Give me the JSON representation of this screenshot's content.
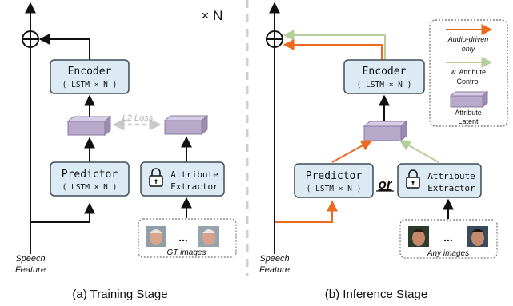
{
  "left": {
    "multiplier": "× N",
    "encoder": {
      "title": "Encoder",
      "sub": "( LSTM × N )"
    },
    "predictor": {
      "title": "Predictor",
      "sub": "( LSTM × N )"
    },
    "extractor": {
      "line1": "Attribute",
      "line2": "Extractor"
    },
    "l2_loss": "L2 Loss",
    "images_label": "GT images",
    "ellipsis": "...",
    "speech_label_1": "Speech",
    "speech_label_2": "Feature",
    "caption": "(a) Training Stage"
  },
  "right": {
    "encoder": {
      "title": "Encoder",
      "sub": "( LSTM × N )"
    },
    "predictor": {
      "title": "Predictor",
      "sub": "( LSTM × N )"
    },
    "extractor": {
      "line1": "Attribute",
      "line2": "Extractor"
    },
    "or_label": "or",
    "images_label": "Any images",
    "ellipsis": "...",
    "speech_label_1": "Speech",
    "speech_label_2": "Feature",
    "caption": "(b) Inference Stage"
  },
  "legend": {
    "audio_driven_1": "Audio-driven",
    "audio_driven_2": "only",
    "attr_control_1": "w. Attribute",
    "attr_control_2": "Control",
    "latent_1": "Attribute",
    "latent_2": "Latent"
  },
  "colors": {
    "box_fill": "#dcebf3",
    "box_stroke": "#3f4b57",
    "latent_front": "#b7a9c9",
    "latent_top": "#d8cde6",
    "latent_side": "#9b8bb0",
    "orange": "#ea6a1f",
    "green": "#b4cf98",
    "gray_dash": "#c9c9c9"
  }
}
